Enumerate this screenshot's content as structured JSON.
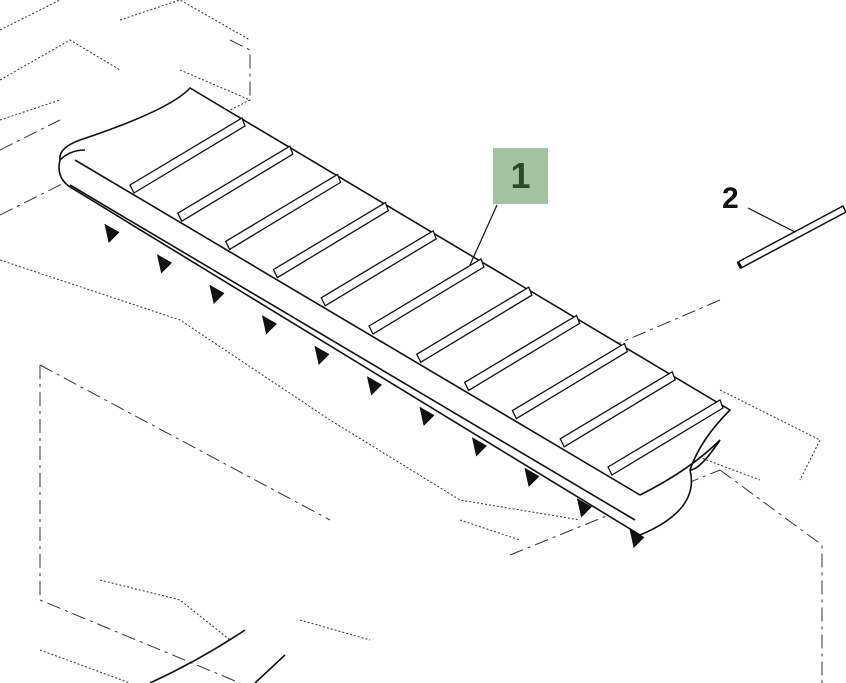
{
  "callouts": [
    {
      "id": "1",
      "text": "1",
      "part": "conveyor-belt-with-slats",
      "highlighted": true
    },
    {
      "id": "2",
      "text": "2",
      "part": "pin-rod",
      "highlighted": false
    }
  ],
  "colors": {
    "highlight_fill": "#a3c3a3",
    "highlight_text": "#2d4a2d",
    "line": "#111111",
    "background": "#ffffff"
  }
}
